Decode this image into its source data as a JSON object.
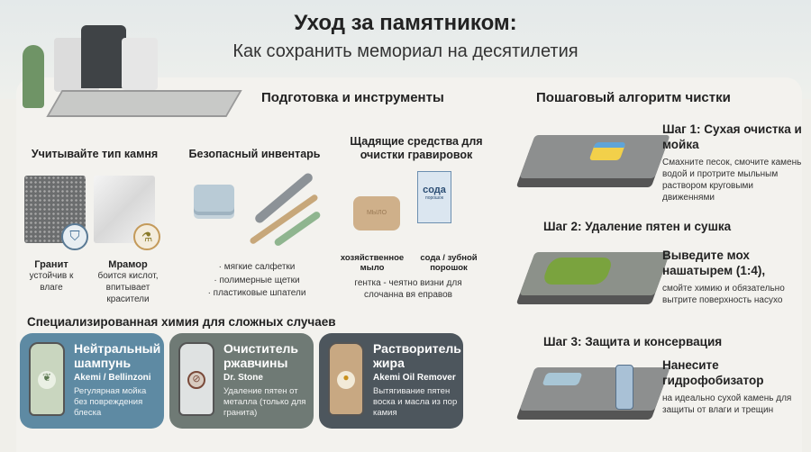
{
  "header": {
    "title": "Уход за памятником:",
    "subtitle": "Как сохранить мемориал на десятилетия"
  },
  "prep": {
    "title": "Подготовка и инструменты",
    "stone": {
      "title": "Учитывайте тип камня",
      "granite": {
        "name": "Гранит",
        "desc": "устойчив к влаге"
      },
      "marble": {
        "name": "Мрамор",
        "desc": "боится кислот, впитывает красители"
      }
    },
    "tools": {
      "title": "Безопасный инвентарь",
      "items": [
        "мягкие салфетки",
        "полимерные щетки",
        "пластиковые шпатели"
      ]
    },
    "gentle": {
      "title": "Щадящие средства для очистки гравировок",
      "soap": "хозяйственное мыло",
      "soda": "сода / зубной порошок",
      "soda_box": "сода",
      "soda_box_sub": "порошок",
      "soap_stamp": "МЫЛО",
      "note": "гентка - чеятно визни для слочанна вя еправов"
    }
  },
  "chem": {
    "title": "Специализированная химия для сложных случаев",
    "cards": [
      {
        "title": "Нейтральный шампунь",
        "brand": "Akemi / Bellinzoni",
        "desc": "Регулярная мойка без повреждения блеска",
        "color": "#5e8aa3",
        "icon": "leaf-icon"
      },
      {
        "title": "Очиститель ржавчины",
        "brand": "Dr. Stone",
        "desc": "Удаление пятен от металла (только для гранита)",
        "color": "#6f7a75",
        "icon": "no-rust-icon"
      },
      {
        "title": "Растворитель жира",
        "brand": "Akemi Oil Remover",
        "desc": "Вытягивание пятен воска и масла из пор камия",
        "color": "#4d565d",
        "icon": "oil-drop-icon"
      }
    ]
  },
  "steps": {
    "title": "Пошаговый алгоритм чистки",
    "items": [
      {
        "title": "Шаг 1: Сухая очистка и мойка",
        "desc": "Смахните песок, смочите камень водой и протрите мыльным раствором круговыми движеннями"
      },
      {
        "title": "Шаг 2: Удаление пятен и сушка",
        "lead": "Выведите мох нашатырем (1:4),",
        "desc": "смойте химию и обязательно вытрите поверхность насухо"
      },
      {
        "title": "Шаг 3: Защита и консервация",
        "lead": "Нанесите гидрофобизатор",
        "desc": "на идеально сухой камень для защиты от влаги и трещин"
      }
    ]
  }
}
